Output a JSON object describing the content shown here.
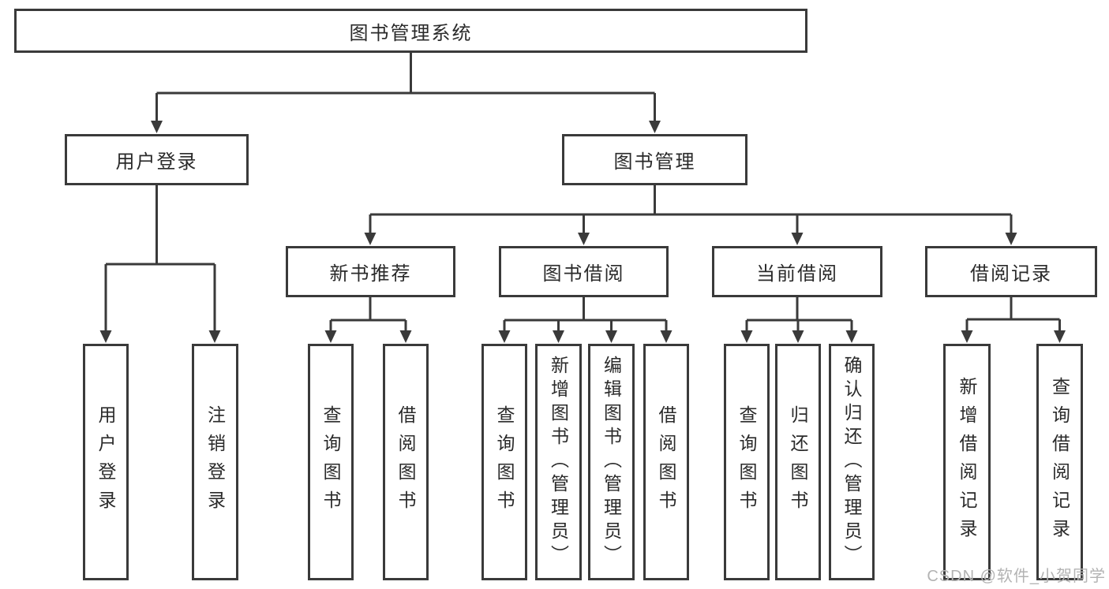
{
  "diagram": {
    "root_label": "图书管理系统",
    "branch_user": {
      "label": "用户登录",
      "children": [
        "用户登录",
        "注销登录"
      ]
    },
    "branch_books": {
      "label": "图书管理",
      "sections": [
        {
          "label": "新书推荐",
          "children": [
            "查询图书",
            "借阅图书"
          ]
        },
        {
          "label": "图书借阅",
          "children": [
            "查询图书",
            "新增图书（管理员）",
            "编辑图书（管理员）",
            "借阅图书"
          ]
        },
        {
          "label": "当前借阅",
          "children": [
            "查询图书",
            "归还图书",
            "确认归还（管理员）"
          ]
        },
        {
          "label": "借阅记录",
          "children": [
            "新增借阅记录",
            "查询借阅记录"
          ]
        }
      ]
    }
  },
  "watermark": "CSDN @软件_小贺同学",
  "colors": {
    "line": "#3a3a3a",
    "node_text": "#2a2a2a",
    "watermark_text": "#b3b3b3",
    "background": "#ffffff"
  }
}
